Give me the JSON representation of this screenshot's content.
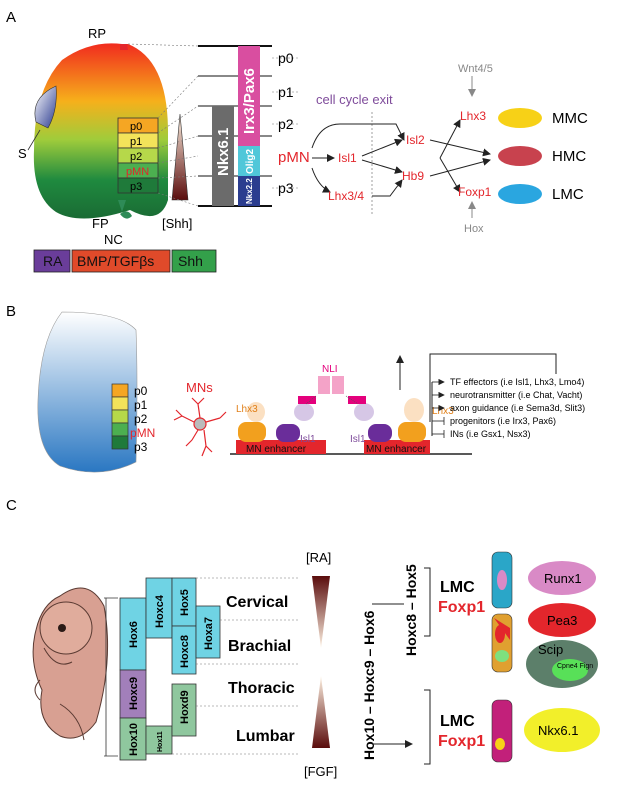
{
  "panels": {
    "a": {
      "letter": "A",
      "dorsal": "RP",
      "side_marker": "S",
      "floor": "FP",
      "notochord": "NC",
      "domains": [
        "p0",
        "p1",
        "p2",
        "pMN",
        "p3"
      ],
      "shh": "[Shh]",
      "tf_columns": {
        "irx3_pax6": "Irx3/Pax6",
        "nkx61": "Nkx6.1",
        "olig2": "Olig2",
        "nkx22": "Nkx2.2"
      },
      "signals": [
        "RA",
        "BMP/TGFβs",
        "Shh"
      ],
      "exit_label": "cell cycle exit",
      "pmn": "pMN",
      "lhx34": "Lhx3/4",
      "isl1": "Isl1",
      "isl2": "Isl2",
      "hb9": "Hb9",
      "lhx3": "Lhx3",
      "foxp1": "Foxp1",
      "wnt": "Wnt4/5",
      "hox": "Hox",
      "mn_types": [
        "MMC",
        "HMC",
        "LMC"
      ]
    },
    "b": {
      "letter": "B",
      "domains": [
        "p0",
        "p1",
        "p2",
        "pMN",
        "p3"
      ],
      "mns": "MNs",
      "nli": "NLI",
      "lhx3": "Lhx3",
      "isl1": "Isl1",
      "enhancer": "MN enhancer",
      "targets": [
        "TF effectors (i.e Isl1, Lhx3, Lmo4)",
        "neurotransmitter (i.e Chat, Vacht)",
        "axon guidance (i.e Sema3d, Slit3)",
        "progenitors (i.e Irx3, Pax6)",
        "INs (i.e Gsx1, Nsx3)"
      ]
    },
    "c": {
      "letter": "C",
      "hox_boxes": [
        "Hox6",
        "Hoxc4",
        "Hox5",
        "Hoxc8",
        "Hoxa7",
        "Hoxc9",
        "Hox10",
        "Hox11",
        "Hoxd9"
      ],
      "regions": [
        "Cervical",
        "Brachial",
        "Thoracic",
        "Lumbar"
      ],
      "ra": "[RA]",
      "fgf": "[FGF]",
      "vertical_top": "Hox10 – Hoxc9 – Hox6",
      "vertical_side": "Hoxc8 – Hox5",
      "lmc": "LMC",
      "foxp1": "Foxp1",
      "pools": [
        "Runx1",
        "Pea3",
        "Scip",
        "Cpne4\nFign",
        "Nkx6.1"
      ]
    }
  },
  "colors": {
    "red": "#e3262c",
    "purple": "#7f4c9b",
    "gray": "#808080",
    "mmc": "#f7d117",
    "hmc": "#c8424e",
    "lmc": "#2aa6e0",
    "hox_cyan": "#6fd3e4",
    "hox_purple": "#a27fba",
    "hox_green": "#8fc79e",
    "ra": "#6a3d9a",
    "bmp": "#e04a2a",
    "shh": "#33a04a"
  }
}
